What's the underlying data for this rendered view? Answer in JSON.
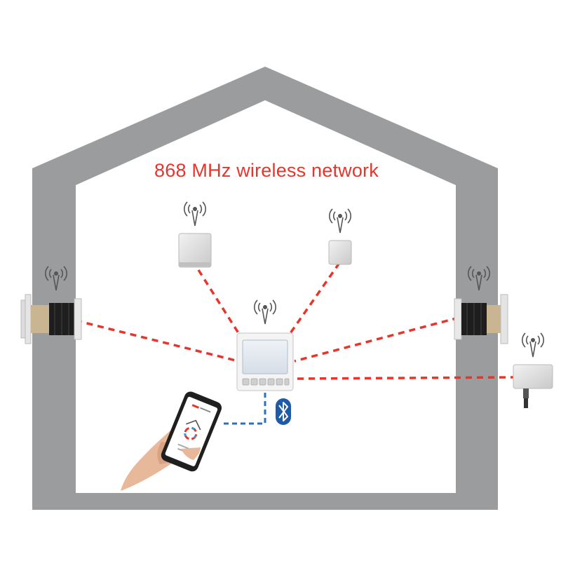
{
  "diagram": {
    "title": "868 MHz wireless network",
    "colors": {
      "wall": "#9a9c9e",
      "interior": "#ffffff",
      "link": "#e8352b",
      "bluetooth_link": "#2d6fb8",
      "bluetooth_badge": "#1e5aa8",
      "title": "#e8352b"
    },
    "icons": [
      "antenna-icon",
      "bluetooth-icon"
    ],
    "nodes": [
      "ventilation-unit-left",
      "ventilation-unit-right",
      "sensor-box-left",
      "sensor-box-right",
      "control-panel",
      "outdoor-sensor",
      "smartphone"
    ]
  }
}
